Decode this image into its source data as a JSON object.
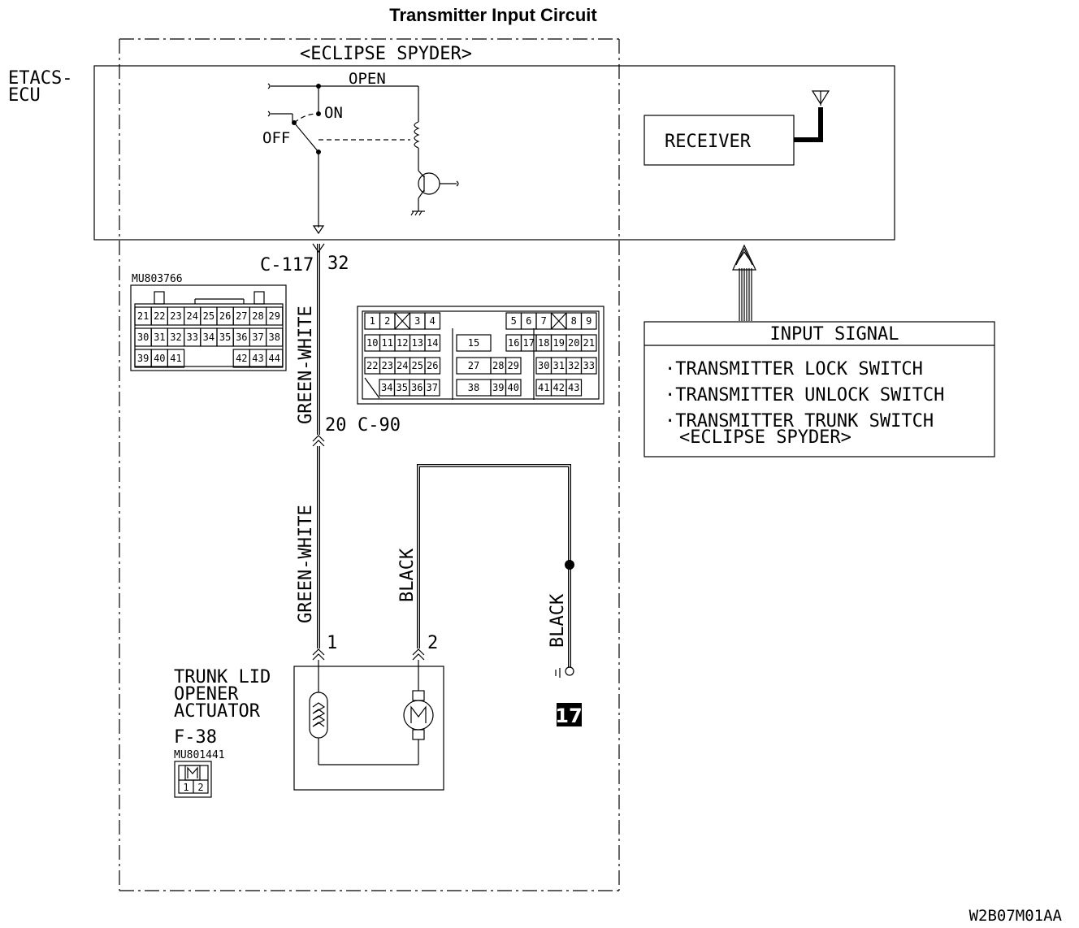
{
  "title": "Transmitter Input Circuit",
  "variant_label": "<ECLIPSE SPYDER>",
  "ecu": {
    "name_line1": "ETACS-",
    "name_line2": "ECU",
    "switch_open": "OPEN",
    "switch_on": "ON",
    "switch_off": "OFF",
    "receiver": "RECEIVER"
  },
  "connectors": {
    "c117": {
      "name": "C-117",
      "pin": "32",
      "part_number": "MU803766",
      "rows": [
        [
          "21",
          "22",
          "23",
          "24",
          "25",
          "26",
          "27",
          "28",
          "29"
        ],
        [
          "30",
          "31",
          "32",
          "33",
          "34",
          "35",
          "36",
          "37",
          "38"
        ],
        [
          "39",
          "40",
          "41",
          "42",
          "43",
          "44"
        ]
      ]
    },
    "c90": {
      "name": "C-90",
      "pin": "20",
      "row1": [
        "1",
        "2",
        "3",
        "4",
        "5",
        "6",
        "7",
        "8",
        "9"
      ],
      "row2": [
        "10",
        "11",
        "12",
        "13",
        "14",
        "15",
        "16",
        "17",
        "18",
        "19",
        "20",
        "21"
      ],
      "row3": [
        "22",
        "23",
        "24",
        "25",
        "26",
        "27",
        "28",
        "29",
        "30",
        "31",
        "32",
        "33"
      ],
      "row4": [
        "34",
        "35",
        "36",
        "37",
        "38",
        "39",
        "40",
        "41",
        "42",
        "43"
      ]
    },
    "f38": {
      "name": "F-38",
      "part_number": "MU801441",
      "pin1": "1",
      "pin2": "2"
    }
  },
  "wires": {
    "upper": "GREEN-WHITE",
    "lower": "GREEN-WHITE",
    "motor_ground": "BLACK",
    "ground_lead": "BLACK"
  },
  "actuator": {
    "line1": "TRUNK LID",
    "line2": "OPENER",
    "line3": "ACTUATOR"
  },
  "ground_point": "17",
  "input_signal": {
    "header": "INPUT SIGNAL",
    "items": [
      "·TRANSMITTER LOCK SWITCH",
      "·TRANSMITTER UNLOCK SWITCH",
      "·TRANSMITTER TRUNK SWITCH"
    ],
    "note": "<ECLIPSE SPYDER>"
  },
  "figure_code": "W2B07M01AA"
}
